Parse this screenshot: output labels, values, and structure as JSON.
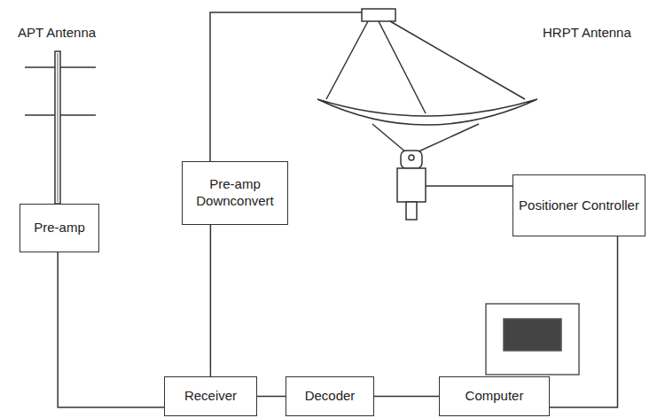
{
  "diagram": {
    "nodes": [
      {
        "text": [
          "Pre-amp"
        ]
      },
      {
        "text": [
          "Pre-amp Downconvert"
        ]
      },
      {
        "text": [
          "Positioner Controller"
        ]
      },
      {
        "text": [
          "Receiver"
        ]
      },
      {
        "text": [
          "Decoder"
        ]
      },
      {
        "text": [
          "Computer"
        ]
      }
    ],
    "edges": [
      {
        "from": 0,
        "to": 3,
        "arrow": "none"
      },
      {
        "from": 1,
        "to": 3,
        "arrow": "none"
      },
      {
        "from": 3,
        "to": 4,
        "arrow": "none"
      },
      {
        "from": 4,
        "to": 5,
        "arrow": "none"
      },
      {
        "from": 5,
        "to": 2,
        "arrow": "none"
      }
    ],
    "labels": [
      "APT Antenna",
      "HRPT Antenna"
    ]
  }
}
